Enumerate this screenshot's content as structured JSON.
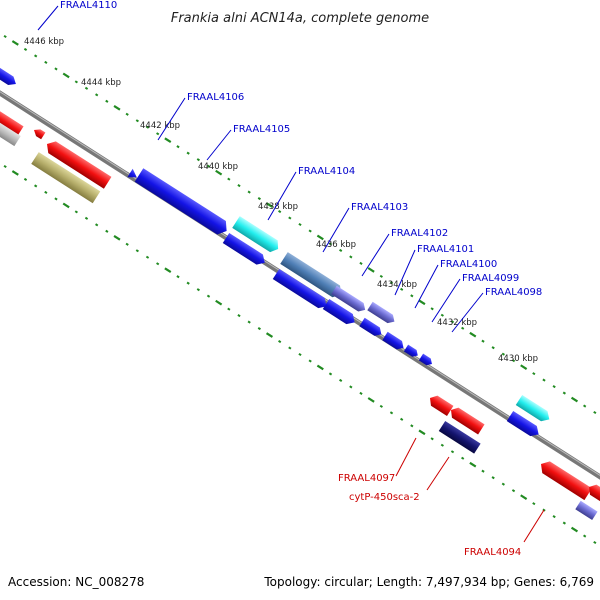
{
  "title": "Frankia alni ACN14a, complete genome",
  "footer": {
    "accession": "Accession: NC_008278",
    "summary": "Topology: circular; Length: 7,497,934 bp; Genes: 6,769"
  },
  "colors": {
    "plus_strand": "#1010e0",
    "minus_strand": "#ee1111",
    "backbone": "#777777",
    "tick_dots": "#228b22",
    "label_plus": "#0000cc",
    "label_minus": "#cc0000"
  },
  "scale_labels": [
    "4446 kbp",
    "4444 kbp",
    "4442 kbp",
    "4440 kbp",
    "4438 kbp",
    "4436 kbp",
    "4434 kbp",
    "4432 kbp",
    "4430 kbp"
  ],
  "gene_labels": [
    {
      "text": "FRAAL4110",
      "strand": "plus"
    },
    {
      "text": "FRAAL4106",
      "strand": "plus"
    },
    {
      "text": "FRAAL4105",
      "strand": "plus"
    },
    {
      "text": "FRAAL4104",
      "strand": "plus"
    },
    {
      "text": "FRAAL4103",
      "strand": "plus"
    },
    {
      "text": "FRAAL4102",
      "strand": "plus"
    },
    {
      "text": "FRAAL4101",
      "strand": "plus"
    },
    {
      "text": "FRAAL4100",
      "strand": "plus"
    },
    {
      "text": "FRAAL4099",
      "strand": "plus"
    },
    {
      "text": "FRAAL4098",
      "strand": "plus"
    },
    {
      "text": "FRAAL4097",
      "strand": "minus"
    },
    {
      "text": "cytP-450sca-2",
      "strand": "minus"
    },
    {
      "text": "FRAAL4094",
      "strand": "minus"
    }
  ]
}
